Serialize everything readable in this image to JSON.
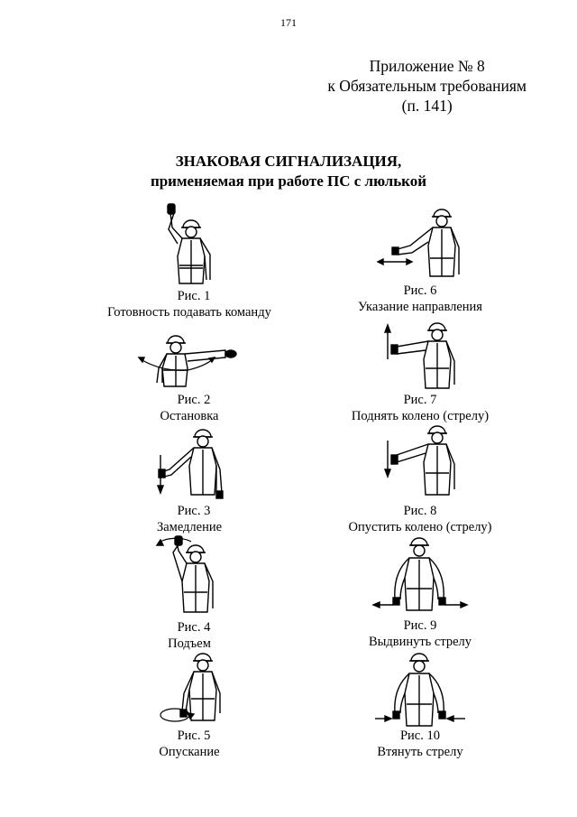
{
  "page_number": "171",
  "appendix": {
    "line1": "Приложение № 8",
    "line2": "к Обязательным требованиям",
    "line3": "(п. 141)"
  },
  "title": {
    "line1": "ЗНАКОВАЯ СИГНАЛИЗАЦИЯ,",
    "line2": "применяемая при работе ПС с люлькой"
  },
  "figures": [
    {
      "number": "Рис. 1",
      "caption": "Готовность подавать команду"
    },
    {
      "number": "Рис. 2",
      "caption": "Остановка"
    },
    {
      "number": "Рис. 3",
      "caption": "Замедление"
    },
    {
      "number": "Рис. 4",
      "caption": "Подъем"
    },
    {
      "number": "Рис. 5",
      "caption": "Опускание"
    },
    {
      "number": "Рис. 6",
      "caption": "Указание направления"
    },
    {
      "number": "Рис. 7",
      "caption": "Поднять колено (стрелу)"
    },
    {
      "number": "Рис. 8",
      "caption": "Опустить колено (стрелу)"
    },
    {
      "number": "Рис. 9",
      "caption": "Выдвинуть стрелу"
    },
    {
      "number": "Рис. 10",
      "caption": "Втянуть стрелу"
    }
  ]
}
